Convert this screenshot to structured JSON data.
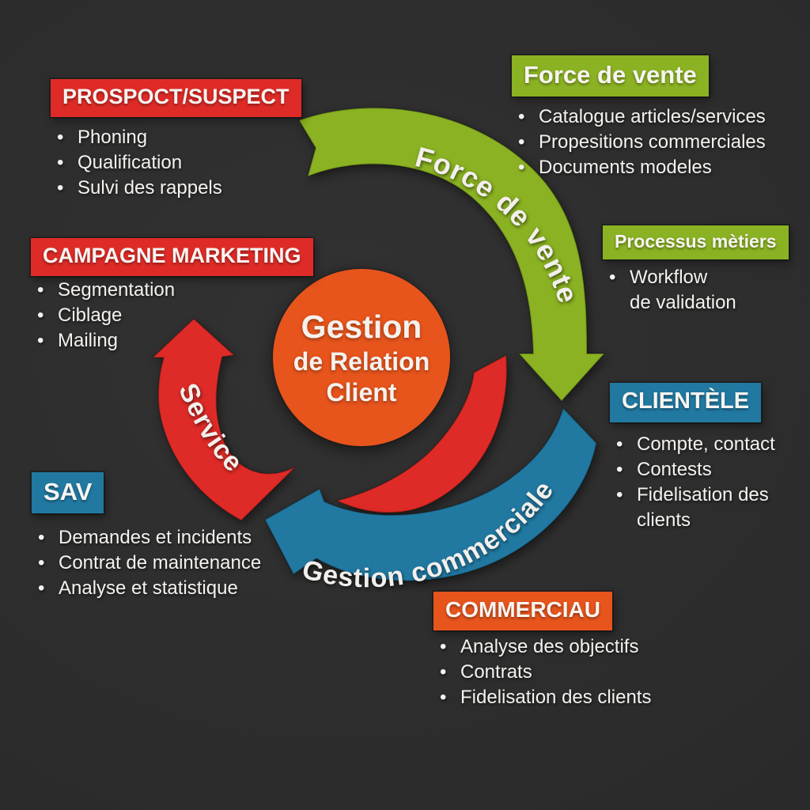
{
  "colors": {
    "background": "#2B2B2B",
    "red": "#DF2B27",
    "green": "#8AB222",
    "blue": "#2179A2",
    "orange": "#E7541C",
    "text": "#F5F2EE"
  },
  "center": {
    "line1": "Gestion",
    "line2": "de Relation",
    "line3": "Client"
  },
  "arrows": [
    {
      "label": "Force de vente",
      "color": "#8AB222"
    },
    {
      "label": "Gestion commerciale",
      "color": "#2179A2"
    },
    {
      "label": "Service",
      "color": "#DF2B27"
    }
  ],
  "panels": [
    {
      "title": "PROSPOCT/SUSPECT",
      "color": "#DF2B27",
      "items": [
        "Phoning",
        "Qualification",
        "Sulvi des rappels"
      ]
    },
    {
      "title": "Force de vente",
      "color": "#8AB222",
      "items": [
        "Catalogue articles/services",
        "Propesitions commerciales",
        "Documents modeles"
      ]
    },
    {
      "title": "Processus mètiers",
      "color": "#8AB222",
      "items": [
        "Workflow\nde validation"
      ]
    },
    {
      "title": "CAMPAGNE MARKETING",
      "color": "#DF2B27",
      "items": [
        "Segmentation",
        "Ciblage",
        "Mailing"
      ]
    },
    {
      "title": "CLIENTÈLE",
      "color": "#2179A2",
      "items": [
        "Compte, contact",
        "Contests",
        "Fidelisation des\nclients"
      ]
    },
    {
      "title": "SAV",
      "color": "#2179A2",
      "items": [
        "Demandes et incidents",
        "Contrat de maintenance",
        "Analyse et statistique"
      ]
    },
    {
      "title": "COMMERCIAU",
      "color": "#E7541C",
      "items": [
        "Analyse des objectifs",
        "Contrats",
        "Fidelisation des clients"
      ]
    }
  ]
}
